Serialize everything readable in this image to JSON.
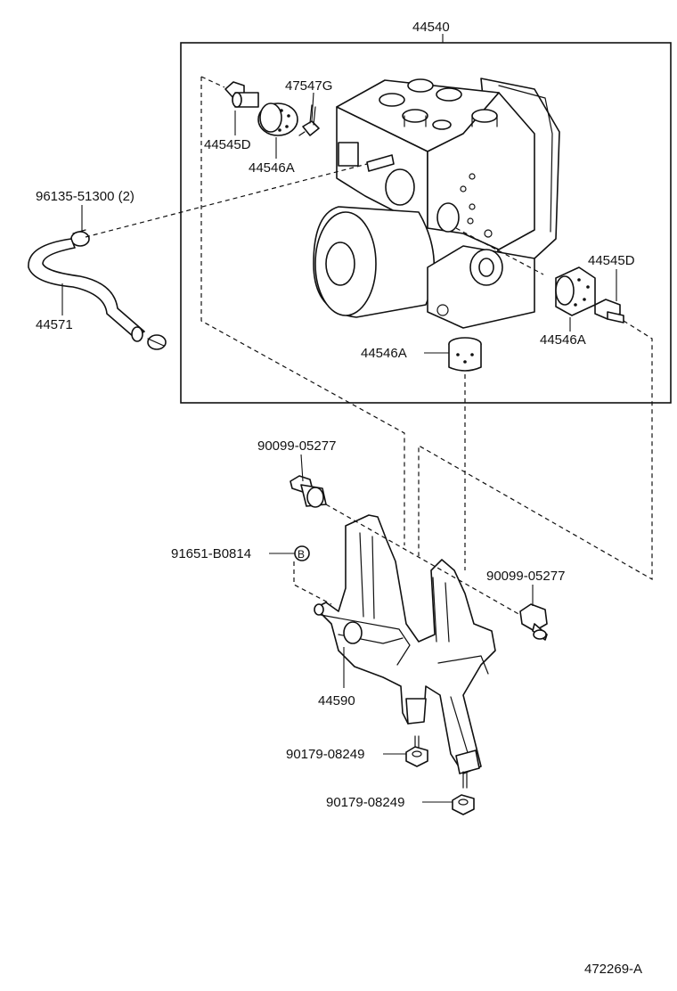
{
  "labels": {
    "assembly": "44540",
    "sensor_top": "47547G",
    "union_bolt_left": "44545D",
    "spacer_left": "44546A",
    "clamp": "96135-51300 (2)",
    "hose": "44571",
    "union_bolt_right": "44545D",
    "spacer_right": "44546A",
    "spacer_bottom": "44546A",
    "bolt_upper": "90099-05277",
    "ref_bolt": "91651-B0814",
    "ref_mark": "B",
    "bolt_right": "90099-05277",
    "bracket": "44590",
    "nut_upper": "90179-08249",
    "nut_lower": "90179-08249",
    "drawing_number": "472269-A"
  }
}
